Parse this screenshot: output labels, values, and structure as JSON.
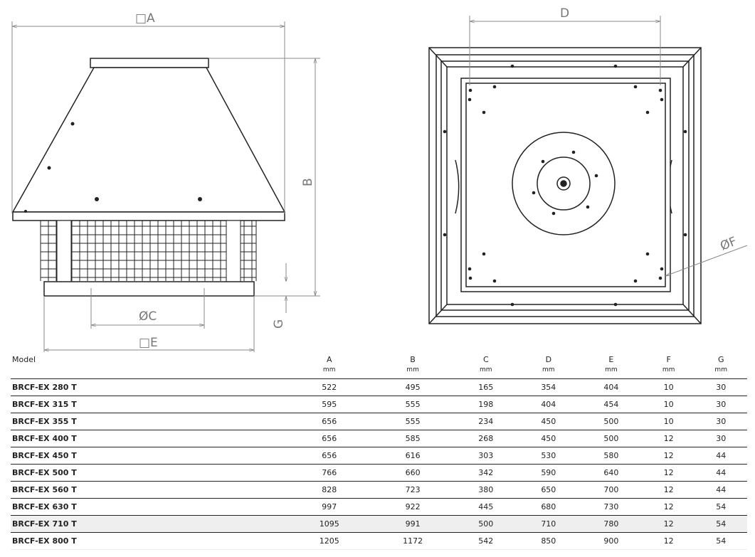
{
  "dimension_labels": {
    "A": "□A",
    "B": "B",
    "C": "ØC",
    "D": "D",
    "E": "□E",
    "F": "ØF",
    "G": "G"
  },
  "table": {
    "columns": [
      {
        "label": "Model",
        "unit": ""
      },
      {
        "label": "A",
        "unit": "mm"
      },
      {
        "label": "B",
        "unit": "mm"
      },
      {
        "label": "C",
        "unit": "mm"
      },
      {
        "label": "D",
        "unit": "mm"
      },
      {
        "label": "E",
        "unit": "mm"
      },
      {
        "label": "F",
        "unit": "mm"
      },
      {
        "label": "G",
        "unit": "mm"
      }
    ],
    "rows": [
      [
        "BRCF-EX 280 T",
        "522",
        "495",
        "165",
        "354",
        "404",
        "10",
        "30"
      ],
      [
        "BRCF-EX 315 T",
        "595",
        "555",
        "198",
        "404",
        "454",
        "10",
        "30"
      ],
      [
        "BRCF-EX 355 T",
        "656",
        "555",
        "234",
        "450",
        "500",
        "10",
        "30"
      ],
      [
        "BRCF-EX 400 T",
        "656",
        "585",
        "268",
        "450",
        "500",
        "12",
        "30"
      ],
      [
        "BRCF-EX 450 T",
        "656",
        "616",
        "303",
        "530",
        "580",
        "12",
        "44"
      ],
      [
        "BRCF-EX 500 T",
        "766",
        "660",
        "342",
        "590",
        "640",
        "12",
        "44"
      ],
      [
        "BRCF-EX 560 T",
        "828",
        "723",
        "380",
        "650",
        "700",
        "12",
        "44"
      ],
      [
        "BRCF-EX 630 T",
        "997",
        "922",
        "445",
        "680",
        "730",
        "12",
        "54"
      ],
      [
        "BRCF-EX 710 T",
        "1095",
        "991",
        "500",
        "710",
        "780",
        "12",
        "54"
      ],
      [
        "BRCF-EX 800 T",
        "1205",
        "1172",
        "542",
        "850",
        "900",
        "12",
        "54"
      ]
    ],
    "highlighted_row": 8
  }
}
